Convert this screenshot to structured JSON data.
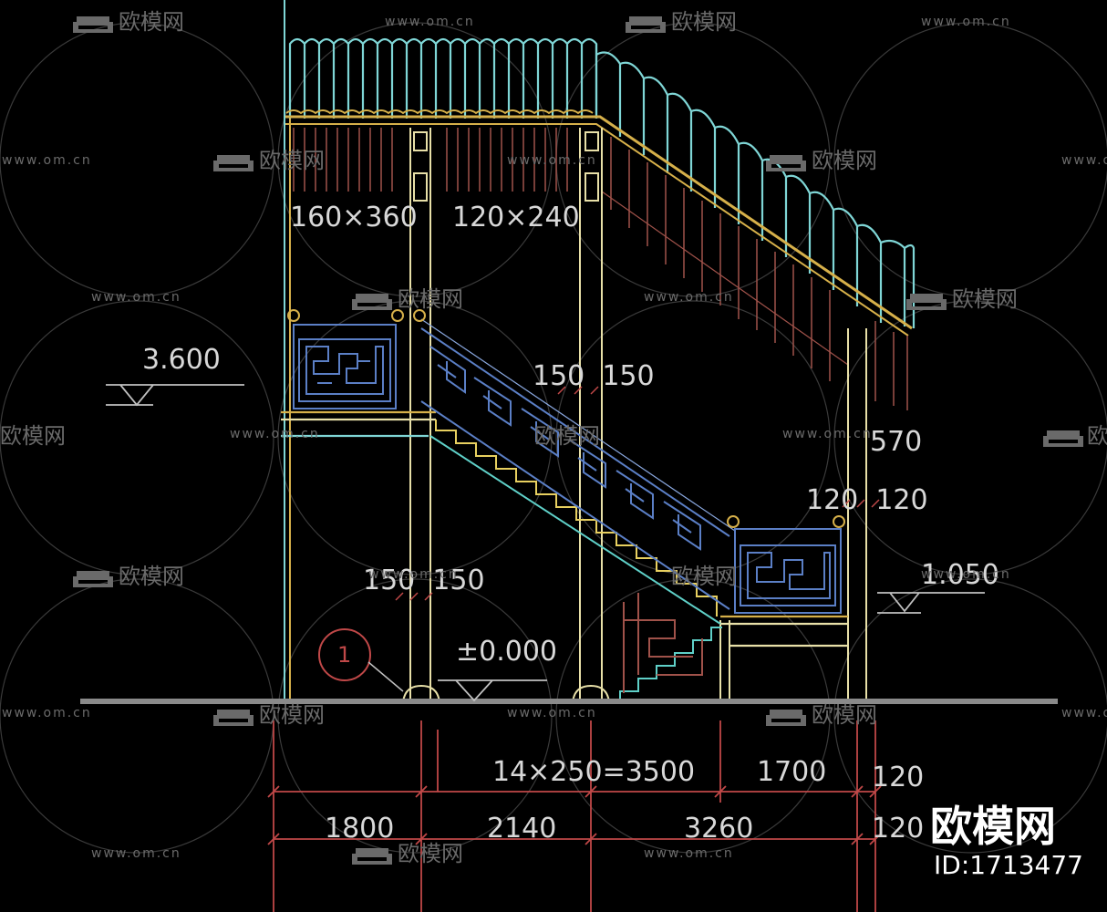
{
  "drawing": {
    "section_sizes": {
      "beam_large": "160×360",
      "beam_small": "120×240"
    },
    "levels": {
      "upper": "3.600",
      "ground": "±0.000",
      "landing": "1.050"
    },
    "dims": {
      "post_upper": "150  150",
      "post_lower": "150  150",
      "post_right": "120  120",
      "roof_eave": "570",
      "stair_run": "14×250=3500",
      "landing_run": "1700",
      "right_small_1": "120",
      "right_small_2": "120",
      "bay_1": "1800",
      "bay_2": "2140",
      "bay_3": "3260"
    },
    "axis_marker": "1"
  },
  "watermark": {
    "url_text": "www.om.cn",
    "brand_text": "欧模网"
  },
  "badge": {
    "brand": "欧模网",
    "id": "ID:1713477"
  },
  "colors": {
    "background": "#000000",
    "roof_tiles": "#7fd6d6",
    "eave_gold": "#d6b04a",
    "rafters": "#a0524a",
    "railing_blue": "#5b7fc6",
    "columns": "#e8e0a8",
    "stair_cyan": "#5fd0c8",
    "ground": "#8a8a8a",
    "dimension_red": "#c04848"
  }
}
